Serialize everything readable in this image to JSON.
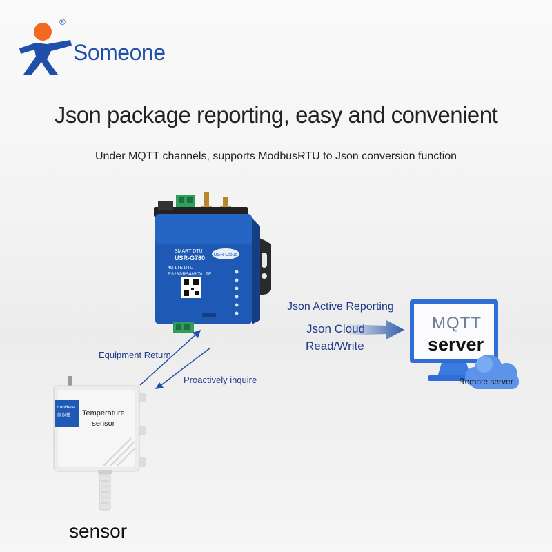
{
  "brand": {
    "name": "Someone",
    "registered": "®",
    "colors": {
      "figure": "#1f4fa8",
      "head": "#f26a21"
    }
  },
  "headline": "Json package reporting, easy and convenient",
  "subheadline": "Under MQTT channels, supports ModbusRTU to Json conversion function",
  "device": {
    "small_title": "SMART DTU",
    "model": "USR-G780",
    "line1": "4G LTE DTU",
    "line2": "RS232/RS485 To LTE",
    "cloud_badge": "USR Cloud",
    "color": "#1e5ab5"
  },
  "flow": {
    "active_reporting": "Json Active Reporting",
    "cloud_rw_line1": "Json Cloud",
    "cloud_rw_line2": "Read/Write",
    "equipment_return": "Equipment Return",
    "proactively_inquire": "Proactively inquire"
  },
  "server": {
    "screen_text": "MQTT",
    "label": "server",
    "caption": "Remote server"
  },
  "sensor": {
    "brand_line1": "LonHere",
    "brand_line2": "郎汉德",
    "label_line1": "Temperature",
    "label_line2": "sensor",
    "caption": "sensor"
  }
}
